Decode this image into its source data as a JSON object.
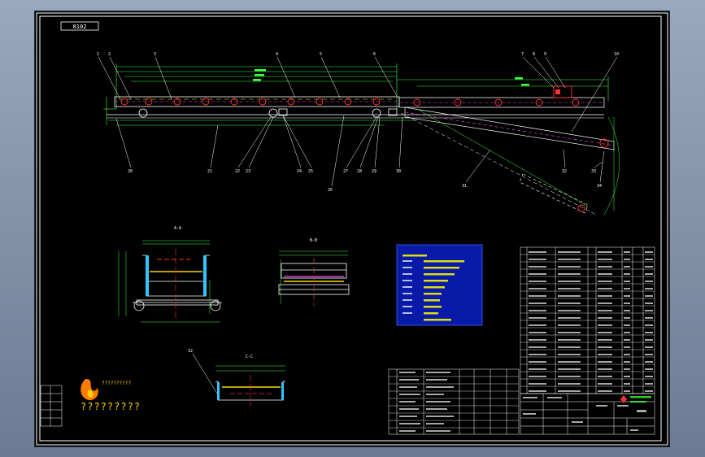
{
  "sheet": {
    "tag": "8102"
  },
  "main_view": {
    "callouts": [
      "1",
      "2",
      "3",
      "4",
      "5",
      "6",
      "7",
      "8",
      "9",
      "10",
      "20",
      "21",
      "22",
      "23",
      "24",
      "25",
      "26",
      "27",
      "28",
      "29",
      "30",
      "31",
      "32",
      "33",
      "34"
    ],
    "top_callouts": [
      "1",
      "2",
      "3",
      "4",
      "5",
      "6",
      "7",
      "8",
      "9",
      "10"
    ],
    "bottom_callouts": [
      "20",
      "21",
      "22",
      "23",
      "24",
      "25",
      "26",
      "27",
      "28",
      "29",
      "30",
      "31",
      "32",
      "33",
      "34"
    ]
  },
  "sections": {
    "a_label": "A-A",
    "b_label": "B-B",
    "c_label": "C-C",
    "c_callout": "32"
  },
  "logo": {
    "watermark": "??????????",
    "caption": "?????????"
  },
  "colors": {
    "sheet": "#000000",
    "line": "#ffffff",
    "dim": "#3cff3c",
    "part_red": "#ff3030",
    "part_magenta": "#ff40ff",
    "tech_box": "#1a3cff",
    "tech_text": "#ffff00",
    "logo_orange": "#ff7a00",
    "logo_yellow": "#ffd400"
  }
}
